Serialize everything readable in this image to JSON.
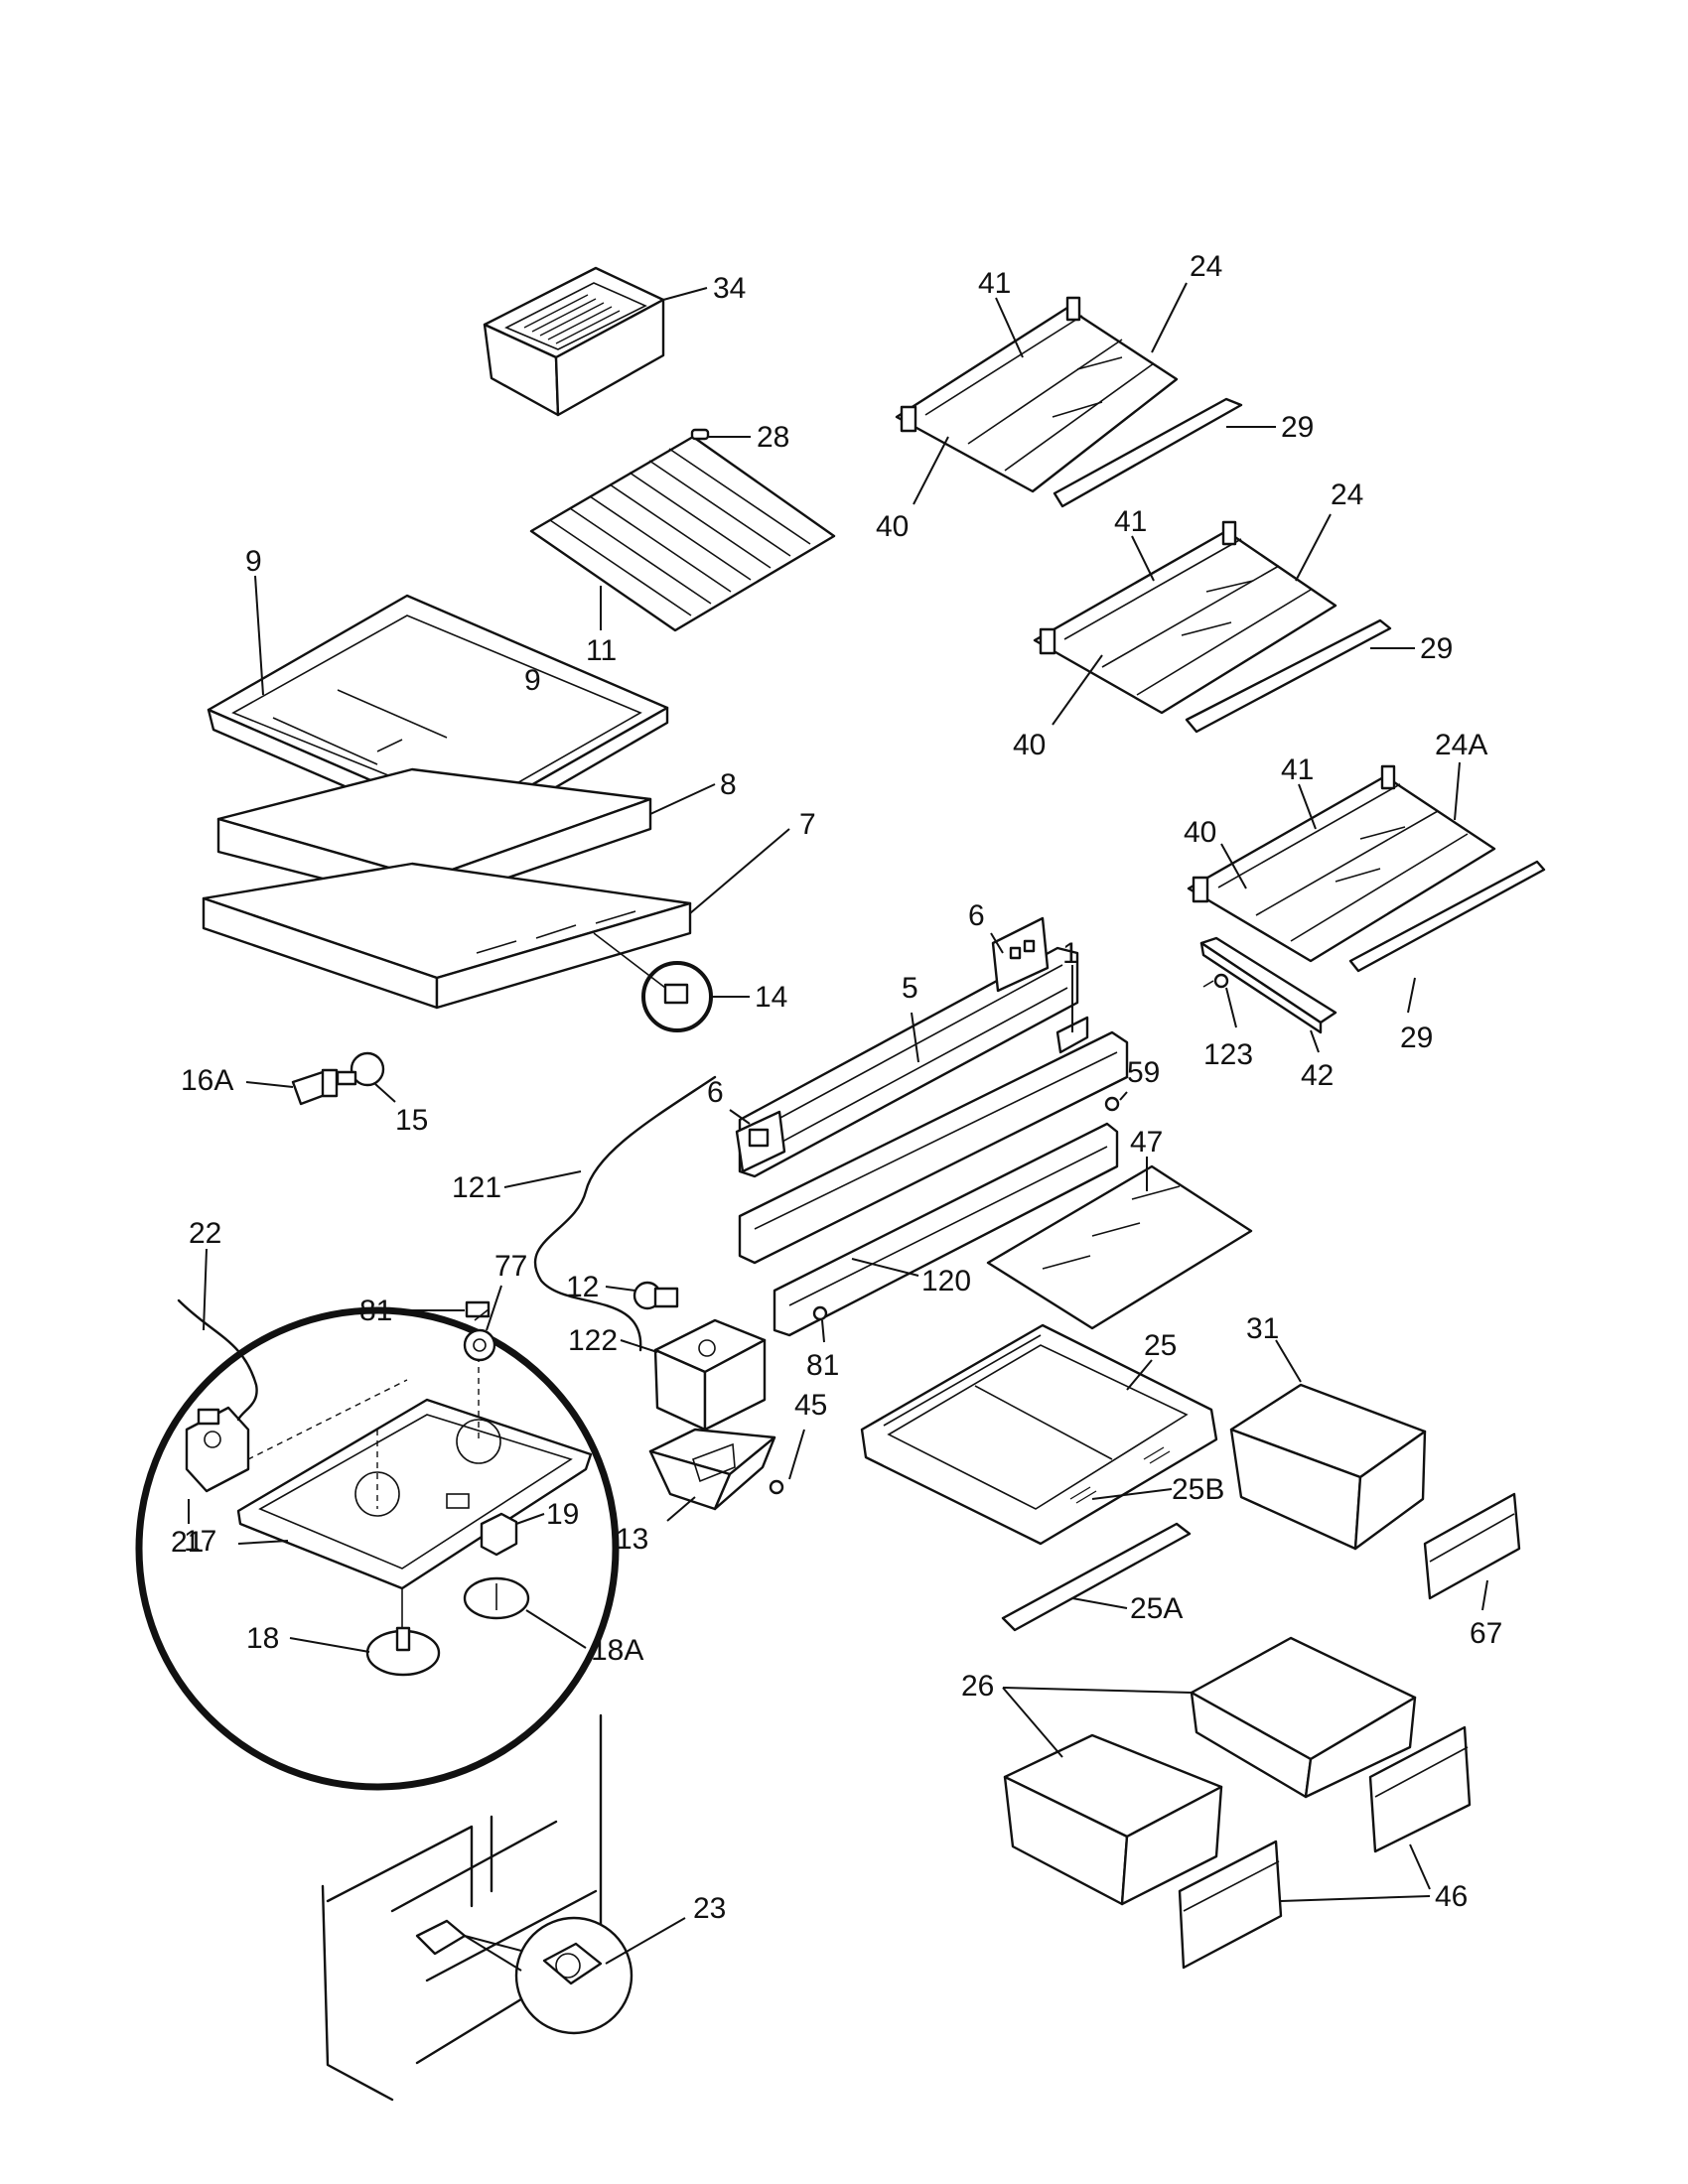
{
  "diagram": {
    "callouts": {
      "c34": "34",
      "c28": "28",
      "c11": "11",
      "c41a": "41",
      "c24a": "24",
      "c29a": "29",
      "c40a": "40",
      "c41b": "41",
      "c24b": "24",
      "c29b": "29",
      "c40b": "40",
      "c41c": "41",
      "c24A": "24A",
      "c40c": "40",
      "c29c": "29",
      "c123": "123",
      "c42": "42",
      "c9a": "9",
      "c9b": "9",
      "c8": "8",
      "c7": "7",
      "c14": "14",
      "c16A": "16A",
      "c15": "15",
      "c6a": "6",
      "c1": "1",
      "c5": "5",
      "c6b": "6",
      "c59": "59",
      "c47": "47",
      "c121": "121",
      "c120": "120",
      "c22": "22",
      "c77": "77",
      "c81a": "81",
      "c12": "12",
      "c122": "122",
      "c81b": "81",
      "c45": "45",
      "c25": "25",
      "c25B": "25B",
      "c31": "31",
      "c21": "21",
      "c17": "17",
      "c19": "19",
      "c13": "13",
      "c18": "18",
      "c18A": "18A",
      "c25A": "25A",
      "c67": "67",
      "c26": "26",
      "c46": "46",
      "c23": "23"
    }
  }
}
